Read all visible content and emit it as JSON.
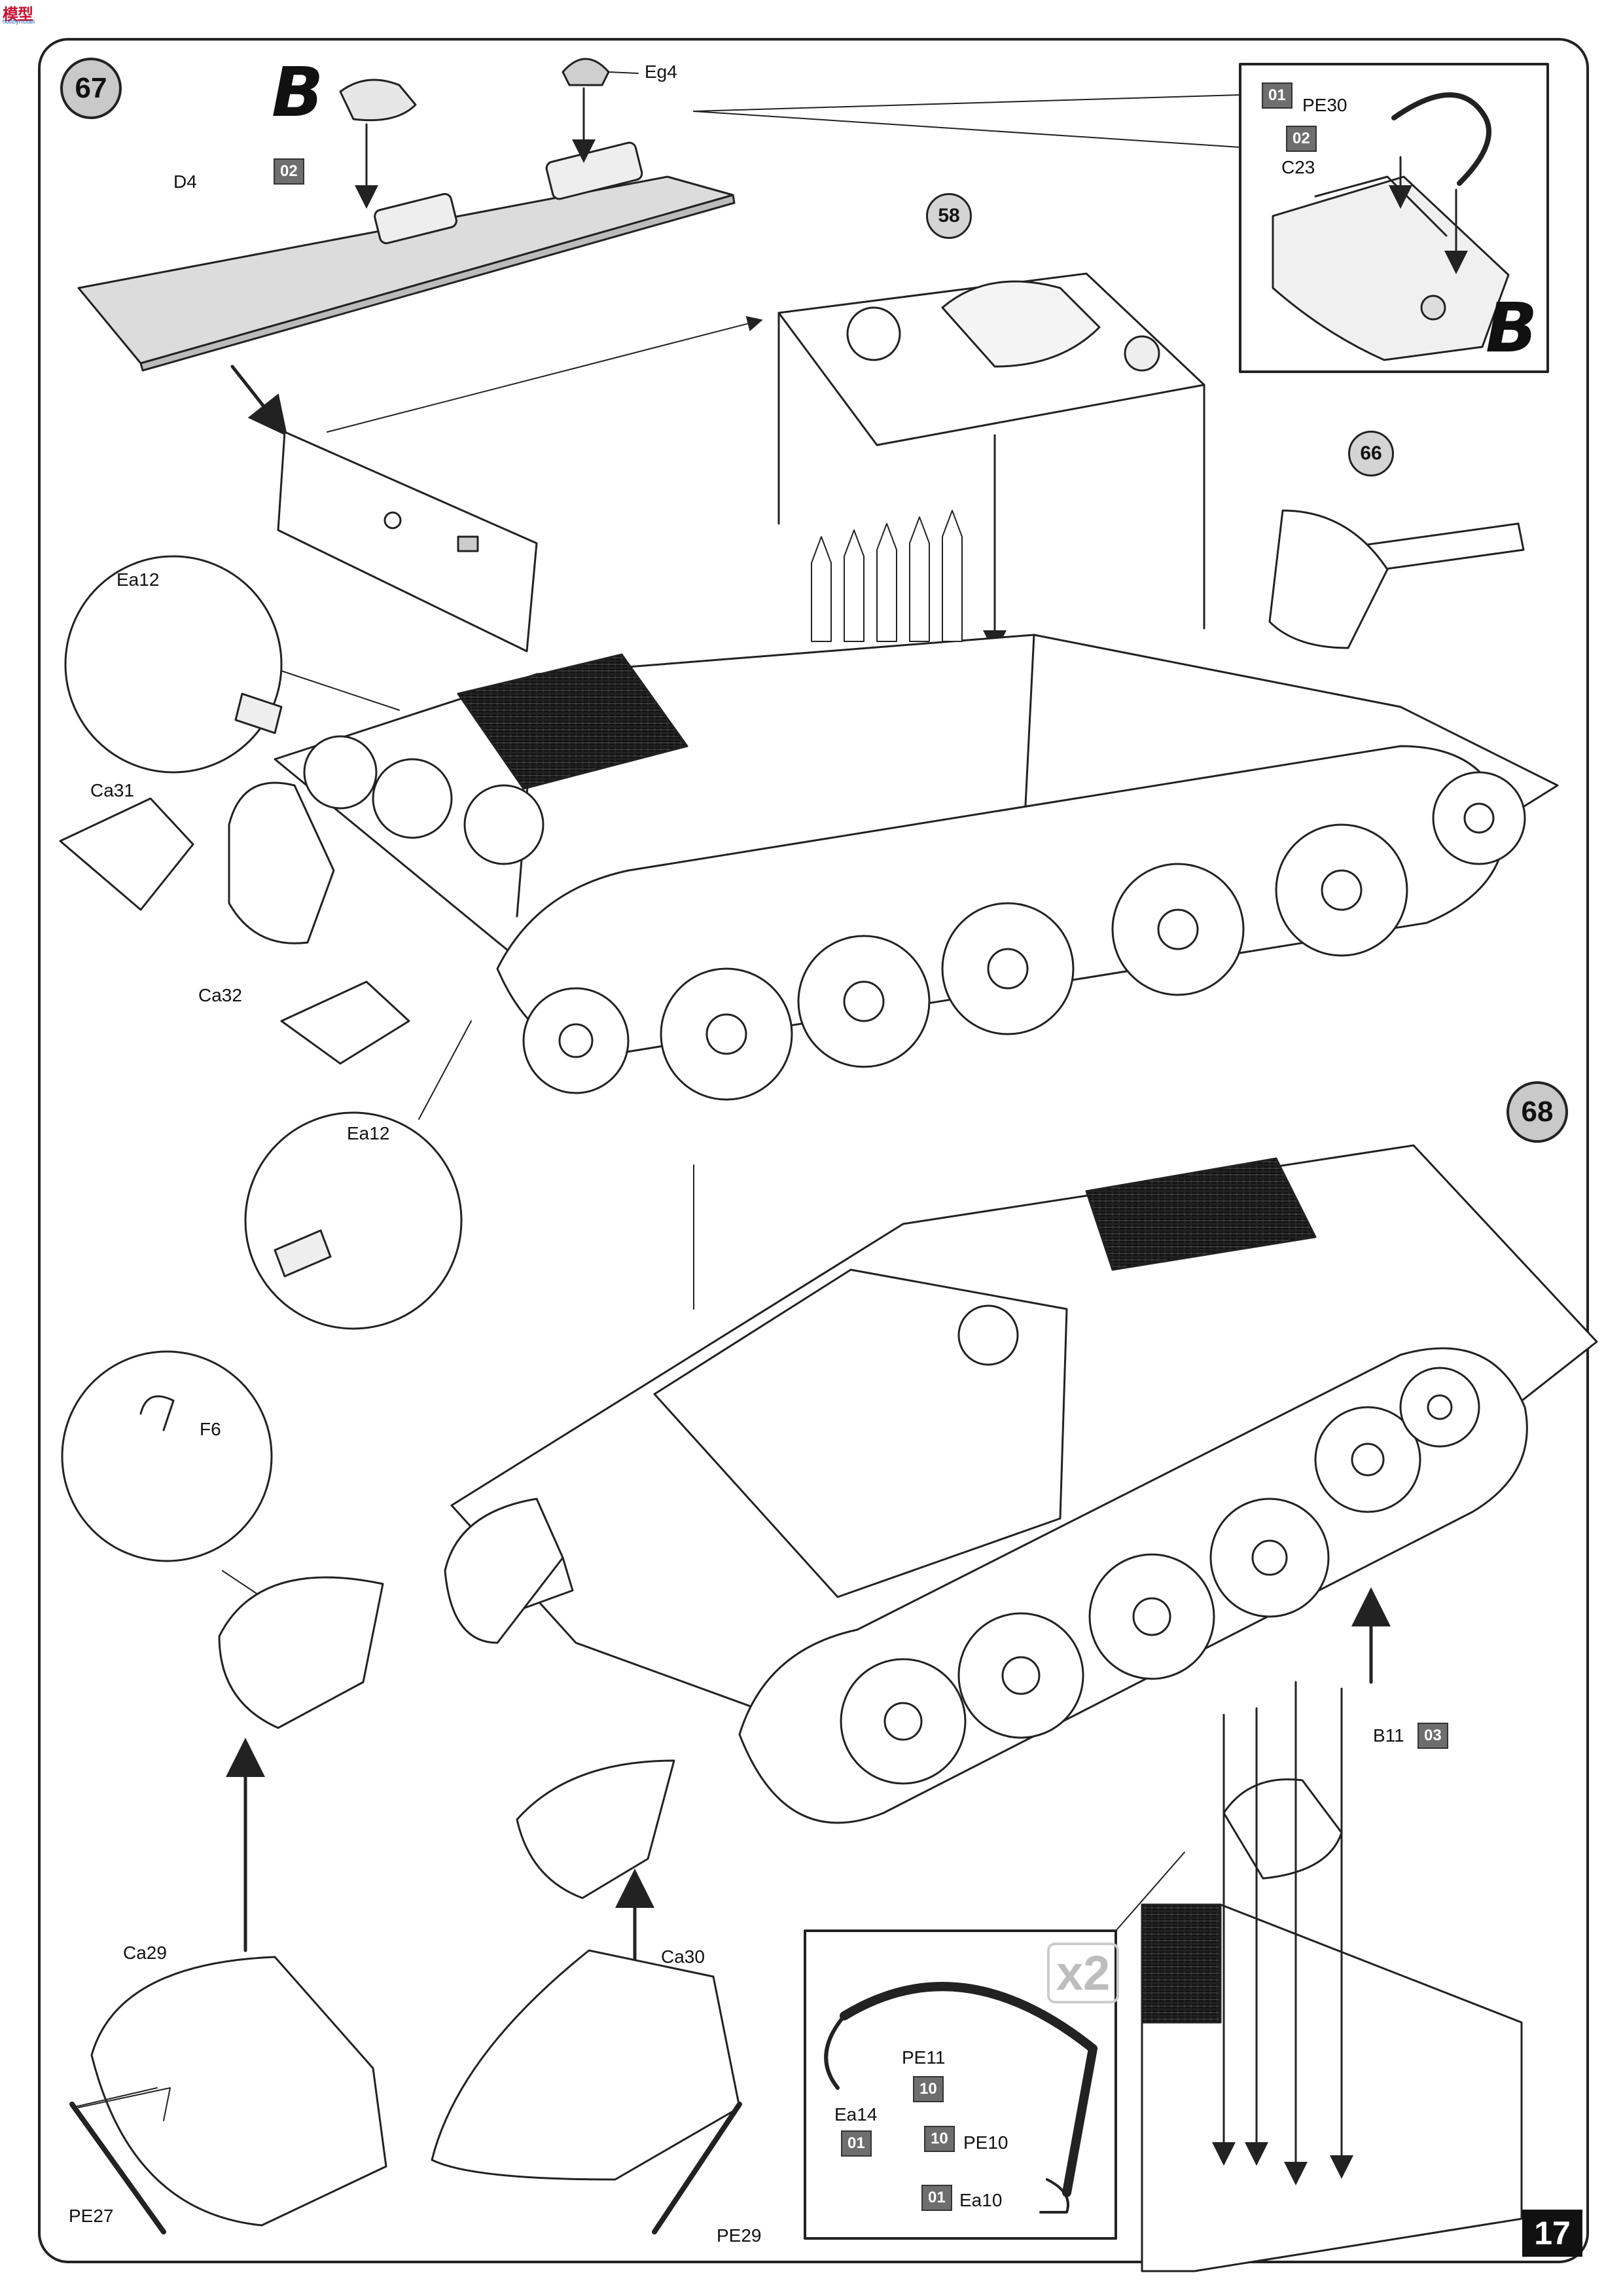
{
  "branding": {
    "logo_text": "模型",
    "logo_subtext": "hobbymodel"
  },
  "page": {
    "number": "17"
  },
  "steps": [
    {
      "id": "step-67",
      "label": "67"
    },
    {
      "id": "step-68",
      "label": "68"
    }
  ],
  "references": [
    "58",
    "66"
  ],
  "markers": {
    "subassembly_b": "B"
  },
  "parts": {
    "d4": "D4",
    "eg4": "Eg4",
    "pe30": "PE30",
    "c23": "C23",
    "ea12_top": "Ea12",
    "ca31": "Ca31",
    "ca32": "Ca32",
    "ea12_bottom": "Ea12",
    "f6": "F6",
    "b11": "B11",
    "ca29": "Ca29",
    "ca30": "Ca30",
    "pe27": "PE27",
    "pe29": "PE29",
    "pe11": "PE11",
    "pe10": "PE10",
    "ea14": "Ea14",
    "ea10": "Ea10"
  },
  "sprues": {
    "d4_sprue": "02",
    "pe30_sprue": "01",
    "c23_sprue": "02",
    "b11_sprue": "03",
    "pe11_sprue": "10",
    "pe10_sprue": "10",
    "ea14_sprue": "01",
    "ea10_sprue": "01"
  },
  "quantity": {
    "detail_set": "x2"
  }
}
